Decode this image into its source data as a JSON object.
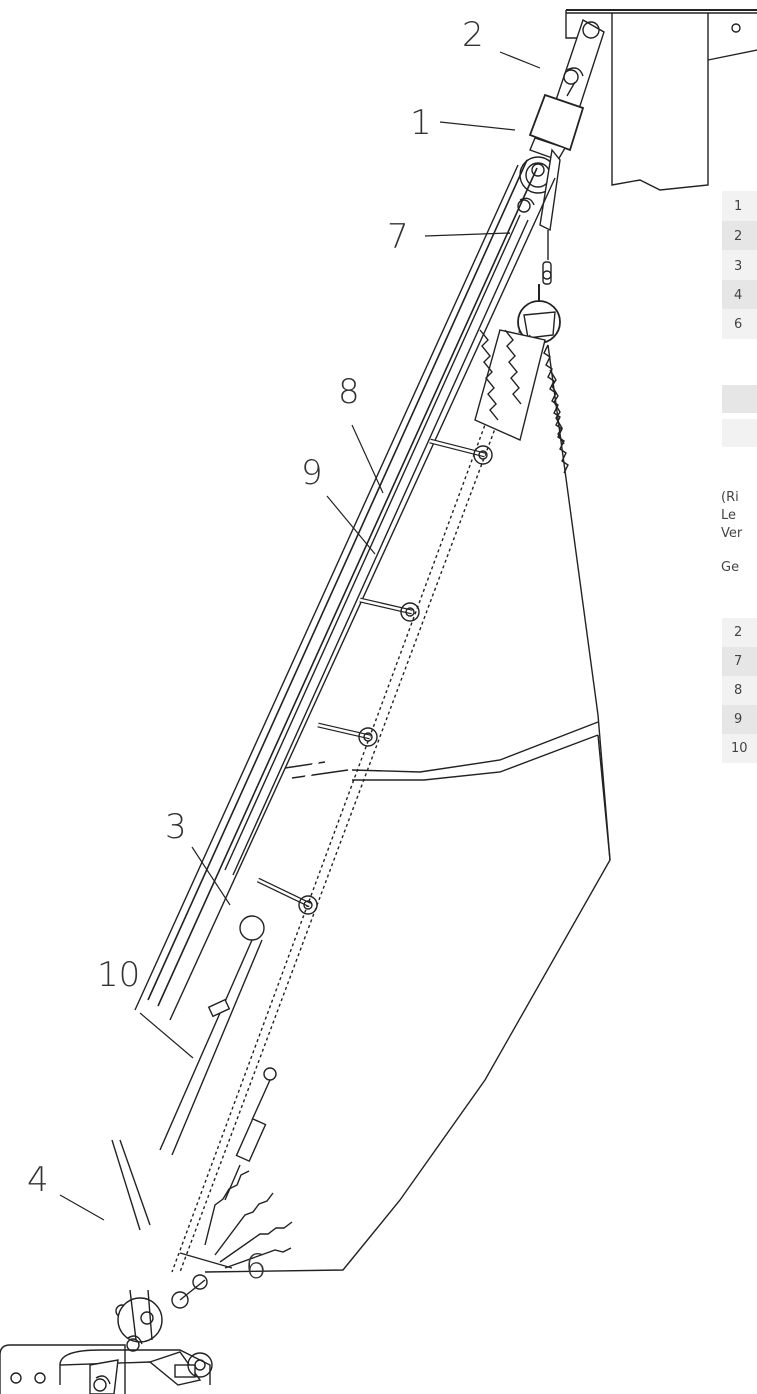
{
  "callouts": {
    "c1": "1",
    "c2": "2",
    "c3": "3",
    "c4": "4",
    "c6": "6",
    "c7": "7",
    "c8": "8",
    "c9": "9",
    "c10": "10"
  },
  "legend_top": {
    "rows": [
      "1",
      "2",
      "3",
      "4",
      "6"
    ]
  },
  "text_block": {
    "line1": "(Ri",
    "line2": "Le",
    "line3": "Ver",
    "line4": "Ge"
  },
  "legend_bottom": {
    "rows": [
      "2",
      "7",
      "8",
      "9",
      "10"
    ]
  },
  "colors": {
    "line": "#222222",
    "band_light": "#f2f2f2",
    "band_dark": "#e6e6e6"
  }
}
